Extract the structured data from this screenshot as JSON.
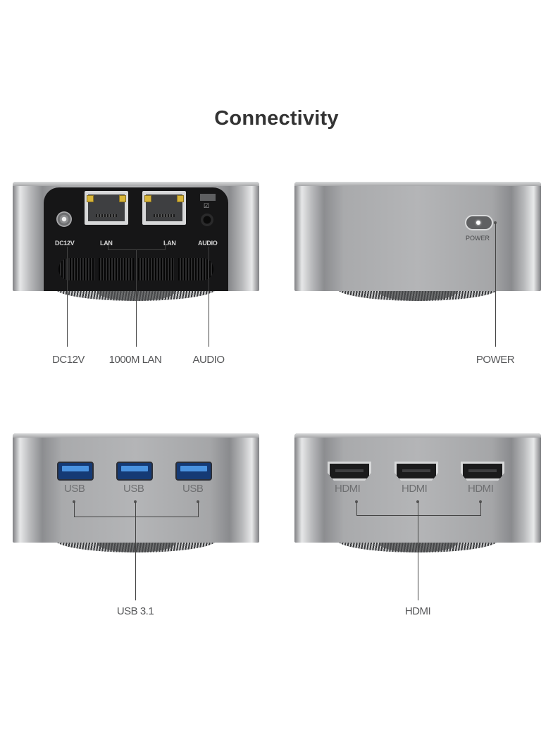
{
  "title": "Connectivity",
  "panels": {
    "rear": {
      "port_labels": {
        "dc": "DC12V",
        "lan1": "LAN",
        "lan2": "LAN",
        "audio": "AUDIO"
      },
      "icons": {
        "lock": "lock-icon"
      },
      "callouts": {
        "dc": "DC12V",
        "lan": "1000M LAN",
        "audio": "AUDIO"
      }
    },
    "front": {
      "port_labels": {
        "power": "POWER"
      },
      "callouts": {
        "power": "POWER"
      }
    },
    "usb_side": {
      "port_labels": [
        "USB",
        "USB",
        "USB"
      ],
      "port_color": "#4a93e0",
      "callouts": {
        "usb": "USB 3.1"
      }
    },
    "hdmi_side": {
      "port_labels": [
        "HDMI",
        "HDMI",
        "HDMI"
      ],
      "callouts": {
        "hdmi": "HDMI"
      }
    }
  }
}
